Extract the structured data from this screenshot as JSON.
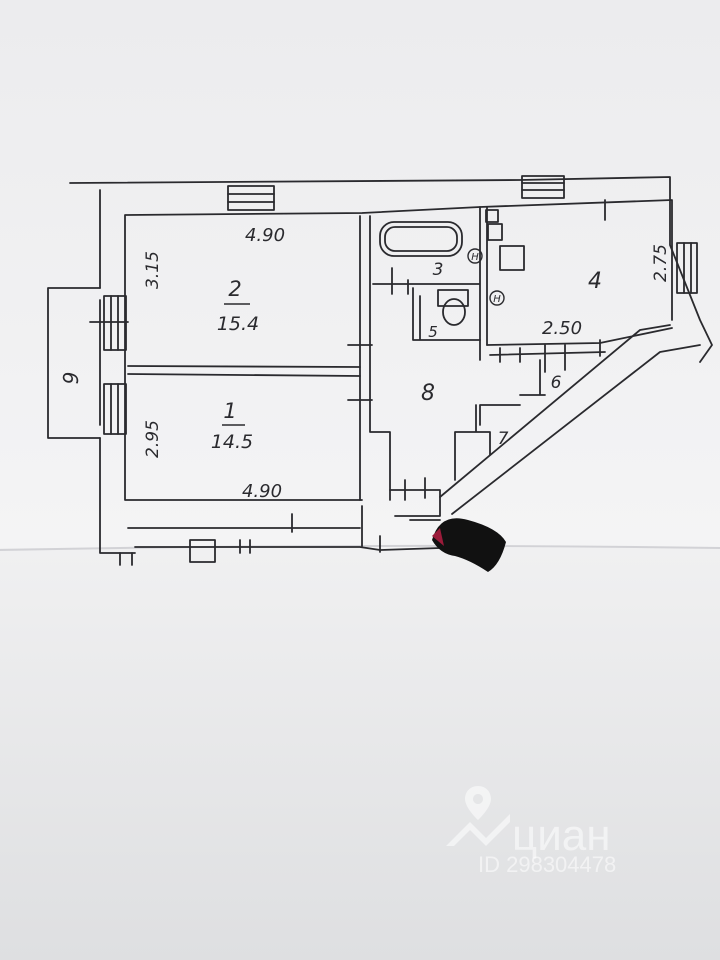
{
  "floor_plan": {
    "rooms": [
      {
        "number": "1",
        "area": "14.5"
      },
      {
        "number": "2",
        "area": "15.4"
      },
      {
        "number": "3"
      },
      {
        "number": "4"
      },
      {
        "number": "5"
      },
      {
        "number": "6"
      },
      {
        "number": "7"
      },
      {
        "number": "8"
      },
      {
        "number": "9"
      }
    ],
    "dimensions": {
      "room2_width": "4.90",
      "room2_height": "3.15",
      "room1_width": "4.90",
      "room1_height": "2.95",
      "room4_width": "2.50",
      "room4_height": "2.75"
    },
    "fixture_labels": {
      "bath_tap": "H",
      "basin_tap": "H"
    }
  },
  "watermark": {
    "brand": "циан",
    "listing_id": "ID 298304478"
  },
  "colors": {
    "paper": "#f1f1f2",
    "paper_lower": "#e6e6e8",
    "ink": "#2a2a2e",
    "redaction": "#111111",
    "redaction_edge": "#9b1b3a"
  }
}
